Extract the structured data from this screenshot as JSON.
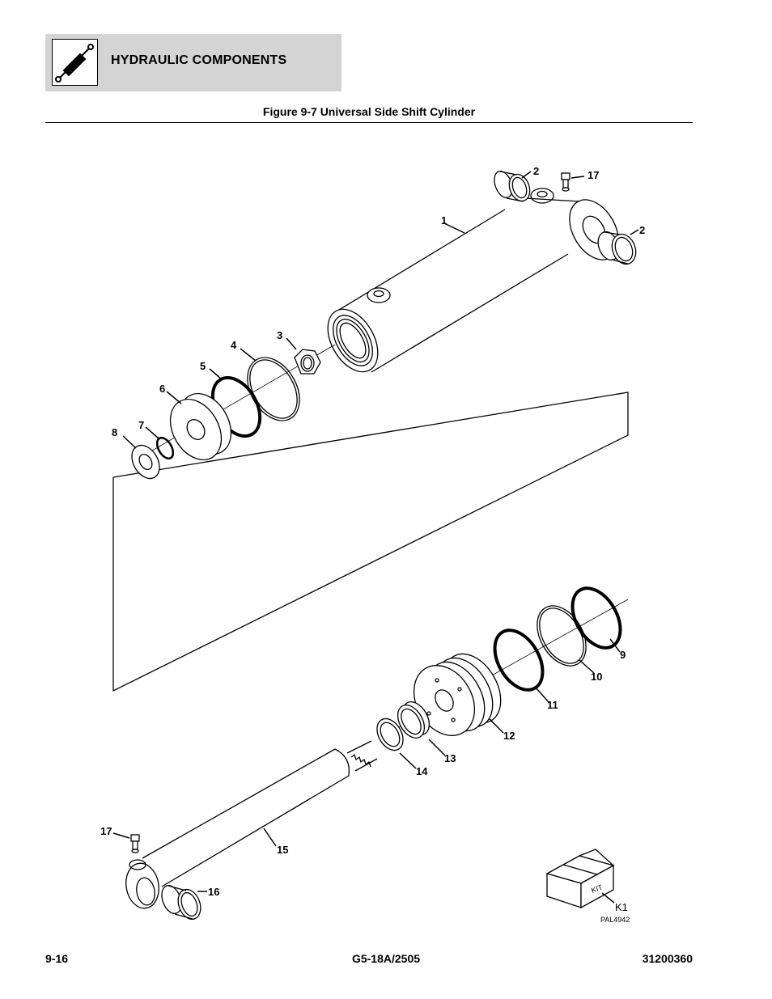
{
  "header": {
    "section_title": "HYDRAULIC COMPONENTS",
    "icon": "hydraulic-cylinder-icon"
  },
  "figure": {
    "title": "Figure 9-7 Universal Side Shift Cylinder",
    "callouts": {
      "c1": "1",
      "c2a": "2",
      "c2b": "2",
      "c3": "3",
      "c4": "4",
      "c5": "5",
      "c6": "6",
      "c7": "7",
      "c8": "8",
      "c9": "9",
      "c10": "10",
      "c11": "11",
      "c12": "12",
      "c13": "13",
      "c14": "14",
      "c15": "15",
      "c16": "16",
      "c17a": "17",
      "c17b": "17"
    },
    "kit": {
      "box_text": "KIT",
      "label": "K1"
    },
    "drawing_id": "PAL4942"
  },
  "footer": {
    "page_number": "9-16",
    "model": "G5-18A/2505",
    "part_number": "31200360"
  }
}
